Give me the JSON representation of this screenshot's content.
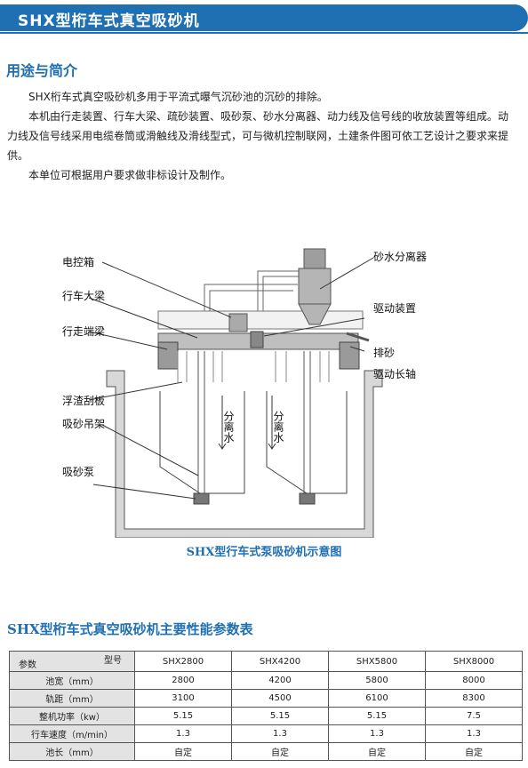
{
  "header": {
    "title": "SHX型桁车式真空吸砂机"
  },
  "intro": {
    "title": "用途与简介",
    "paragraphs": [
      "SHX桁车式真空吸砂机多用于平流式曝气沉砂池的沉砂的排除。",
      "本机由行走装置、行车大梁、疏砂装置、吸砂泵、砂水分离器、动力线及信号线的收放装置等组成。动力线及信号线采用电缆卷筒或滑触线及滑线型式，可与微机控制联网，土建条件图可依工艺设计之要求来提供。",
      "本单位可根据用户要求做非标设计及制作。"
    ]
  },
  "diagram": {
    "labels": {
      "control_box": "电控箱",
      "girder": "行车大梁",
      "end_beam": "行走端梁",
      "skimmer": "浮渣刮板",
      "hanger": "吸砂吊架",
      "pump": "吸砂泵",
      "separator": "砂水分离器",
      "drive": "驱动装置",
      "discharge": "排砂",
      "shaft": "驱动长轴",
      "sep_water_1": "分离水",
      "sep_water_2": "分离水"
    },
    "caption": "SHX型行车式泵吸砂机示意图"
  },
  "table": {
    "title": "SHX型桁车式真空吸砂机主要性能参数表",
    "corner_top": "型号",
    "corner_bottom": "参数",
    "models": [
      "SHX2800",
      "SHX4200",
      "SHX5800",
      "SHX8000"
    ],
    "rows": [
      {
        "label": "池宽（mm）",
        "values": [
          "2800",
          "4200",
          "5800",
          "8000"
        ]
      },
      {
        "label": "轨距（mm）",
        "values": [
          "3100",
          "4500",
          "6100",
          "8300"
        ]
      },
      {
        "label": "整机功率（kw）",
        "values": [
          "5.15",
          "5.15",
          "5.15",
          "7.5"
        ]
      },
      {
        "label": "行车速度（m/min）",
        "values": [
          "1.3",
          "1.3",
          "1.3",
          "1.3"
        ]
      },
      {
        "label": "池长（mm）",
        "values": [
          "自定",
          "自定",
          "自定",
          "自定"
        ]
      }
    ]
  }
}
